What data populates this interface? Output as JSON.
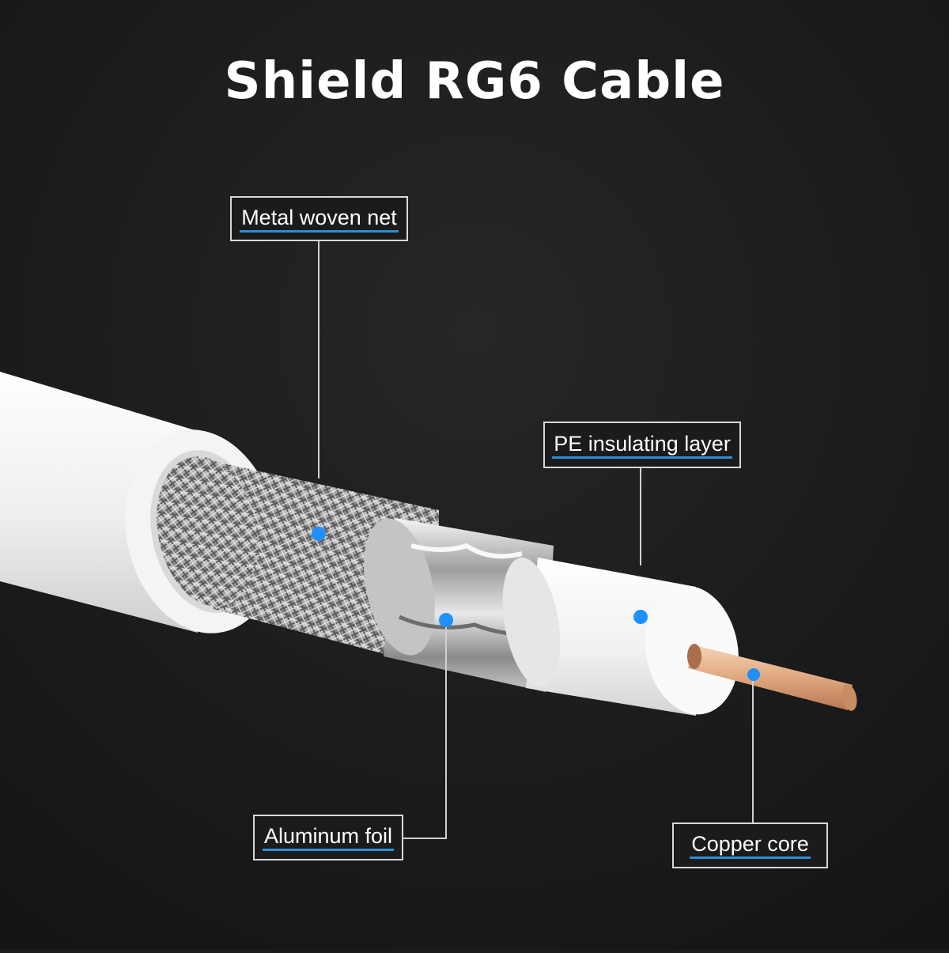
{
  "title": "Shield RG6 Cable",
  "labels": {
    "metal_woven_net": "Metal woven net",
    "pe_insulating_layer": "PE insulating layer",
    "aluminum_foil": "Aluminum foil",
    "copper_core": "Copper core"
  },
  "colors": {
    "background": "#1c1c1c",
    "marker": "#1e90ff",
    "underline": "#2a8ed8",
    "jacket": "#f2f2f2",
    "copper": "#e0a880"
  }
}
